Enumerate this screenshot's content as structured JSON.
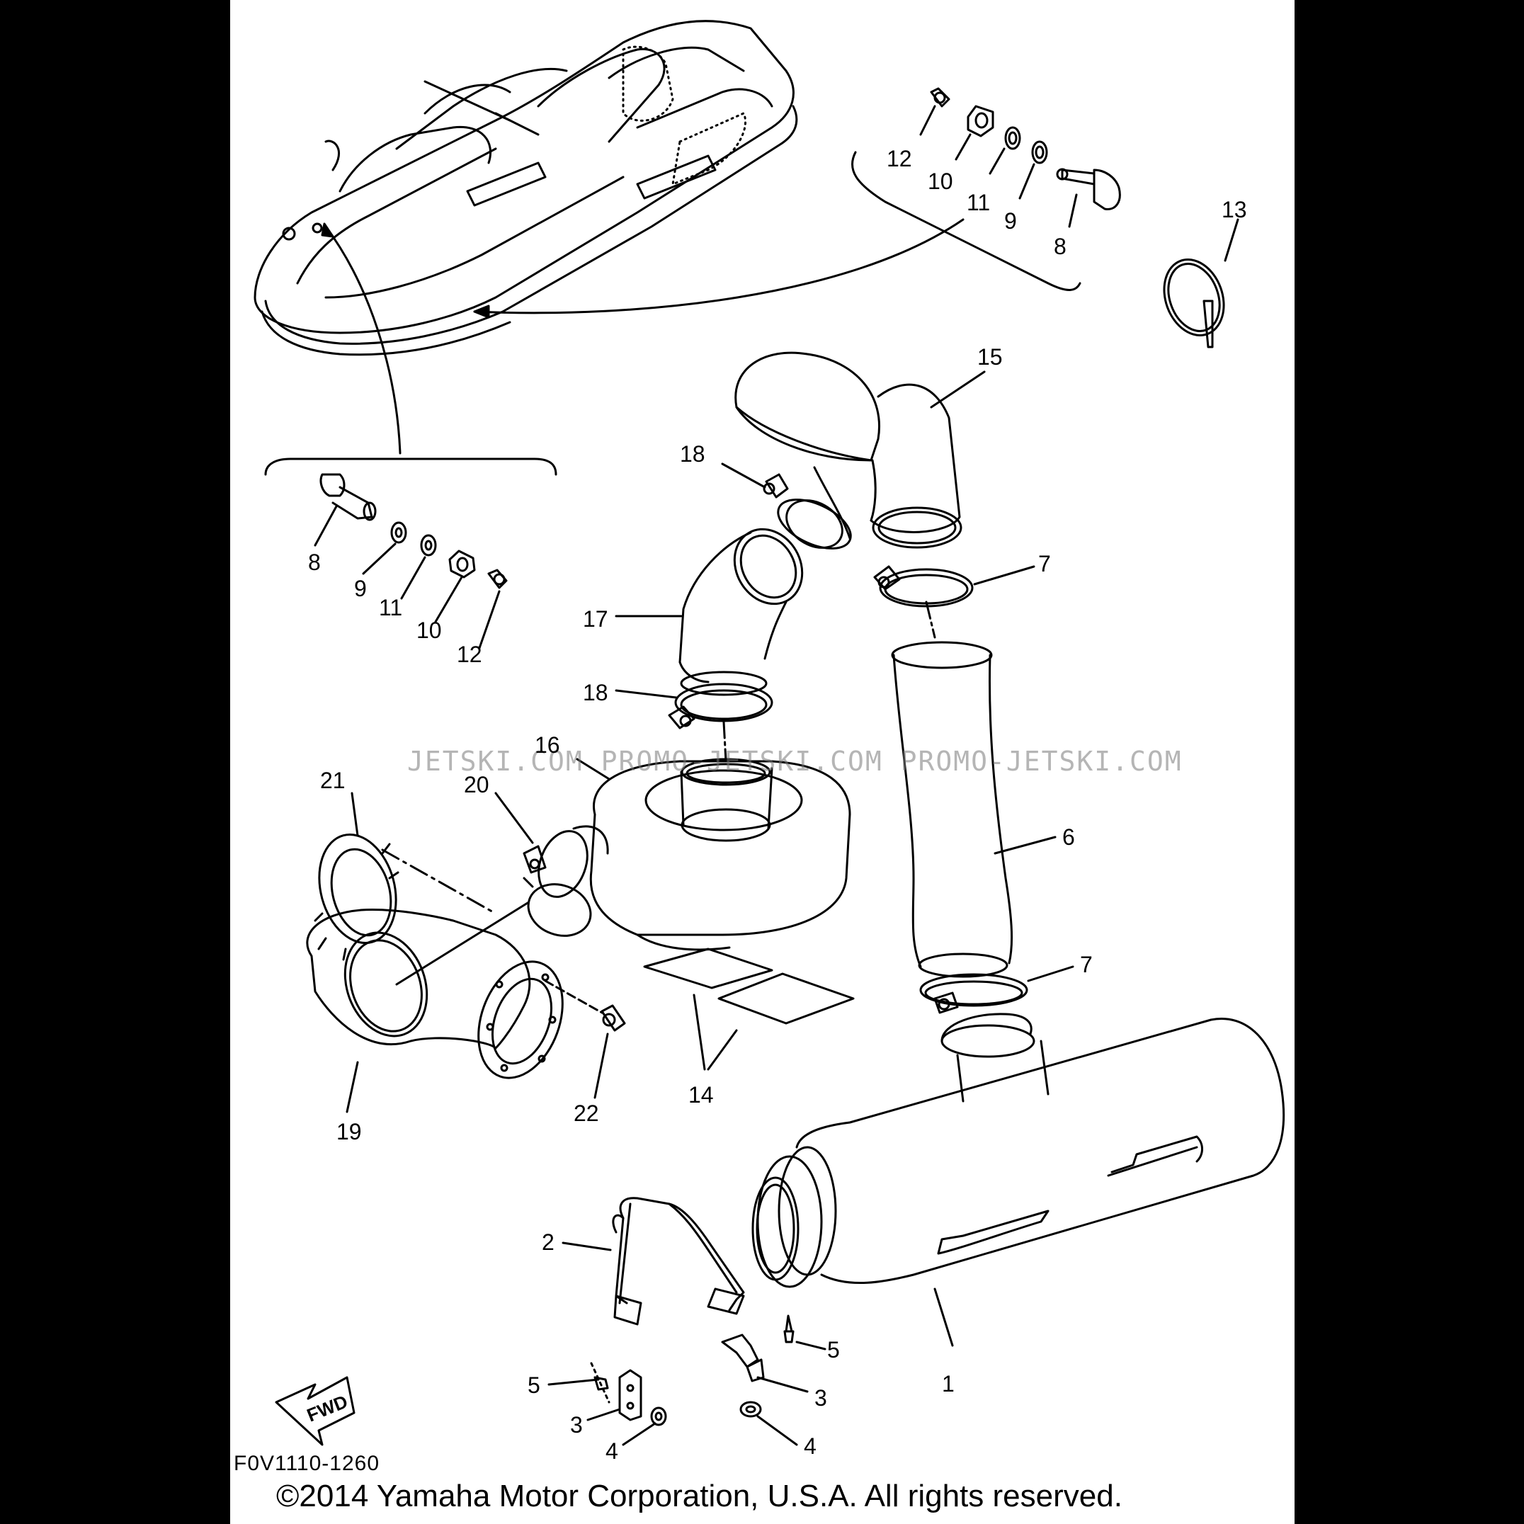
{
  "diagram": {
    "figure_code": "F0V1110-1260",
    "copyright": "©2014 Yamaha Motor Corporation, U.S.A. All rights reserved.",
    "watermark": "JETSKI.COM   PROMO-JETSKI.COM   PROMO-JETSKI.COM",
    "fwd_label": "FWD",
    "colors": {
      "background": "#000000",
      "sheet": "#ffffff",
      "ink": "#000000"
    },
    "callouts": {
      "c1": "1",
      "c2": "2",
      "c3a": "3",
      "c3b": "3",
      "c4a": "4",
      "c4b": "4",
      "c5a": "5",
      "c5b": "5",
      "c6": "6",
      "c7a": "7",
      "c7b": "7",
      "c8a": "8",
      "c8b": "8",
      "c9a": "9",
      "c9b": "9",
      "c10a": "10",
      "c10b": "10",
      "c11a": "11",
      "c11b": "11",
      "c12a": "12",
      "c12b": "12",
      "c13": "13",
      "c14": "14",
      "c15": "15",
      "c16": "16",
      "c17": "17",
      "c18a": "18",
      "c18b": "18",
      "c19": "19",
      "c20": "20",
      "c21": "21",
      "c22": "22"
    }
  }
}
